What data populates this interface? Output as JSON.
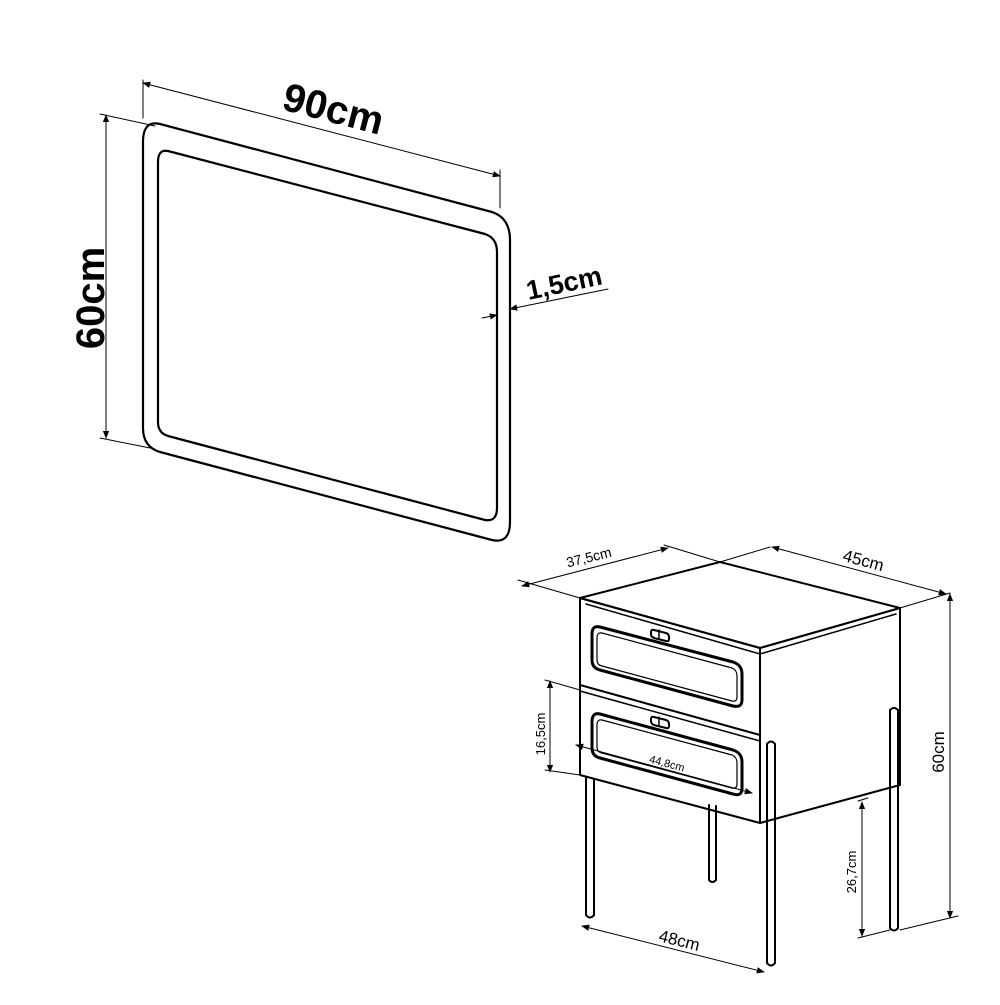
{
  "mirror": {
    "width_label": "90cm",
    "height_label": "60cm",
    "depth_label": "1,5cm"
  },
  "nightstand": {
    "depth_label": "37,5cm",
    "width_label": "45cm",
    "height_label": "60cm",
    "drawer_height_label": "16,5cm",
    "drawer_width_label": "44,8cm",
    "leg_height_label": "26,7cm",
    "leg_span_label": "48cm"
  },
  "colors": {
    "line": "#000000",
    "background": "#ffffff"
  }
}
